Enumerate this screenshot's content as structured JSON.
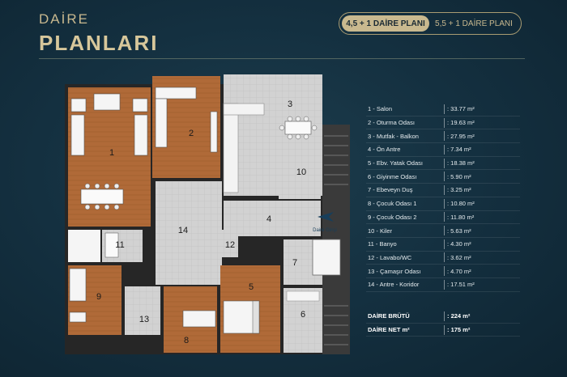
{
  "header": {
    "title_small": "DAİRE",
    "title_big": "PLANLARI"
  },
  "tabs": [
    {
      "label": "4,5 + 1 DAİRE PLANI",
      "active": true
    },
    {
      "label": "5,5 + 1 DAİRE PLANI",
      "active": false
    }
  ],
  "plan": {
    "room_numbers": [
      "1",
      "2",
      "3",
      "4",
      "5",
      "6",
      "7",
      "8",
      "9",
      "10",
      "11",
      "12",
      "13",
      "14"
    ],
    "entrance_label": "Daire Girişi",
    "colors": {
      "wood": "#b06a38",
      "tile": "#cfcfcf",
      "wall": "#262626",
      "gold": "#c9b98f"
    }
  },
  "areas": [
    {
      "name": "1 - Salon",
      "value": ": 33.77 m²"
    },
    {
      "name": "2 - Oturma Odası",
      "value": ": 19.63 m²"
    },
    {
      "name": "3 - Mutfak - Balkon",
      "value": ": 27.95 m²"
    },
    {
      "name": "4 - Ön Antre",
      "value": ": 7.34 m²"
    },
    {
      "name": "5 - Ebv. Yatak Odası",
      "value": ": 18.38 m²"
    },
    {
      "name": "6 - Giyinme Odası",
      "value": ": 5.90 m²"
    },
    {
      "name": "7 - Ebeveyn Duş",
      "value": ": 3.25 m²"
    },
    {
      "name": "8 - Çocuk Odası 1",
      "value": ": 10.80 m²"
    },
    {
      "name": "9 - Çocuk Odası 2",
      "value": ": 11.80 m²"
    },
    {
      "name": "10 - Kiler",
      "value": ": 5.63 m²"
    },
    {
      "name": "11 - Banyo",
      "value": ": 4.30 m²"
    },
    {
      "name": "12 - Lavabo/WC",
      "value": ": 3.62 m²"
    },
    {
      "name": "13 - Çamaşır Odası",
      "value": ": 4.70 m²"
    },
    {
      "name": "14 - Antre - Koridor",
      "value": ": 17.51 m²"
    }
  ],
  "totals": [
    {
      "name": "DAİRE BRÜTÜ",
      "value": ": 224 m²"
    },
    {
      "name": "DAİRE NET m²",
      "value": ": 175 m²"
    }
  ]
}
